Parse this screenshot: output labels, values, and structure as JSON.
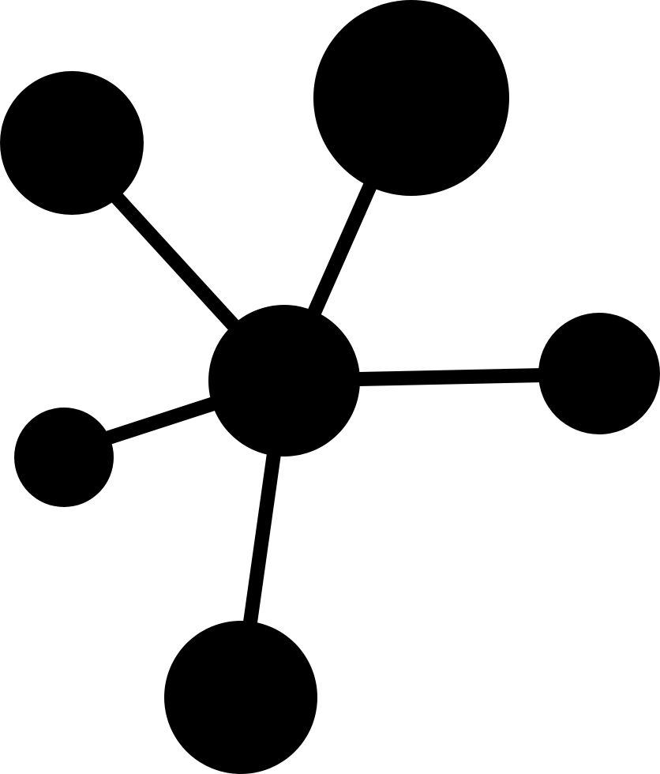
{
  "icon": {
    "name": "network-molecule-icon",
    "description_label": "",
    "colors": {
      "foreground": "#000000",
      "background": "#ffffff"
    },
    "nodes": [
      {
        "id": "hub",
        "role": "center"
      },
      {
        "id": "top-right",
        "role": "satellite"
      },
      {
        "id": "top-left",
        "role": "satellite"
      },
      {
        "id": "right",
        "role": "satellite"
      },
      {
        "id": "left",
        "role": "satellite"
      },
      {
        "id": "bottom",
        "role": "satellite"
      }
    ]
  }
}
